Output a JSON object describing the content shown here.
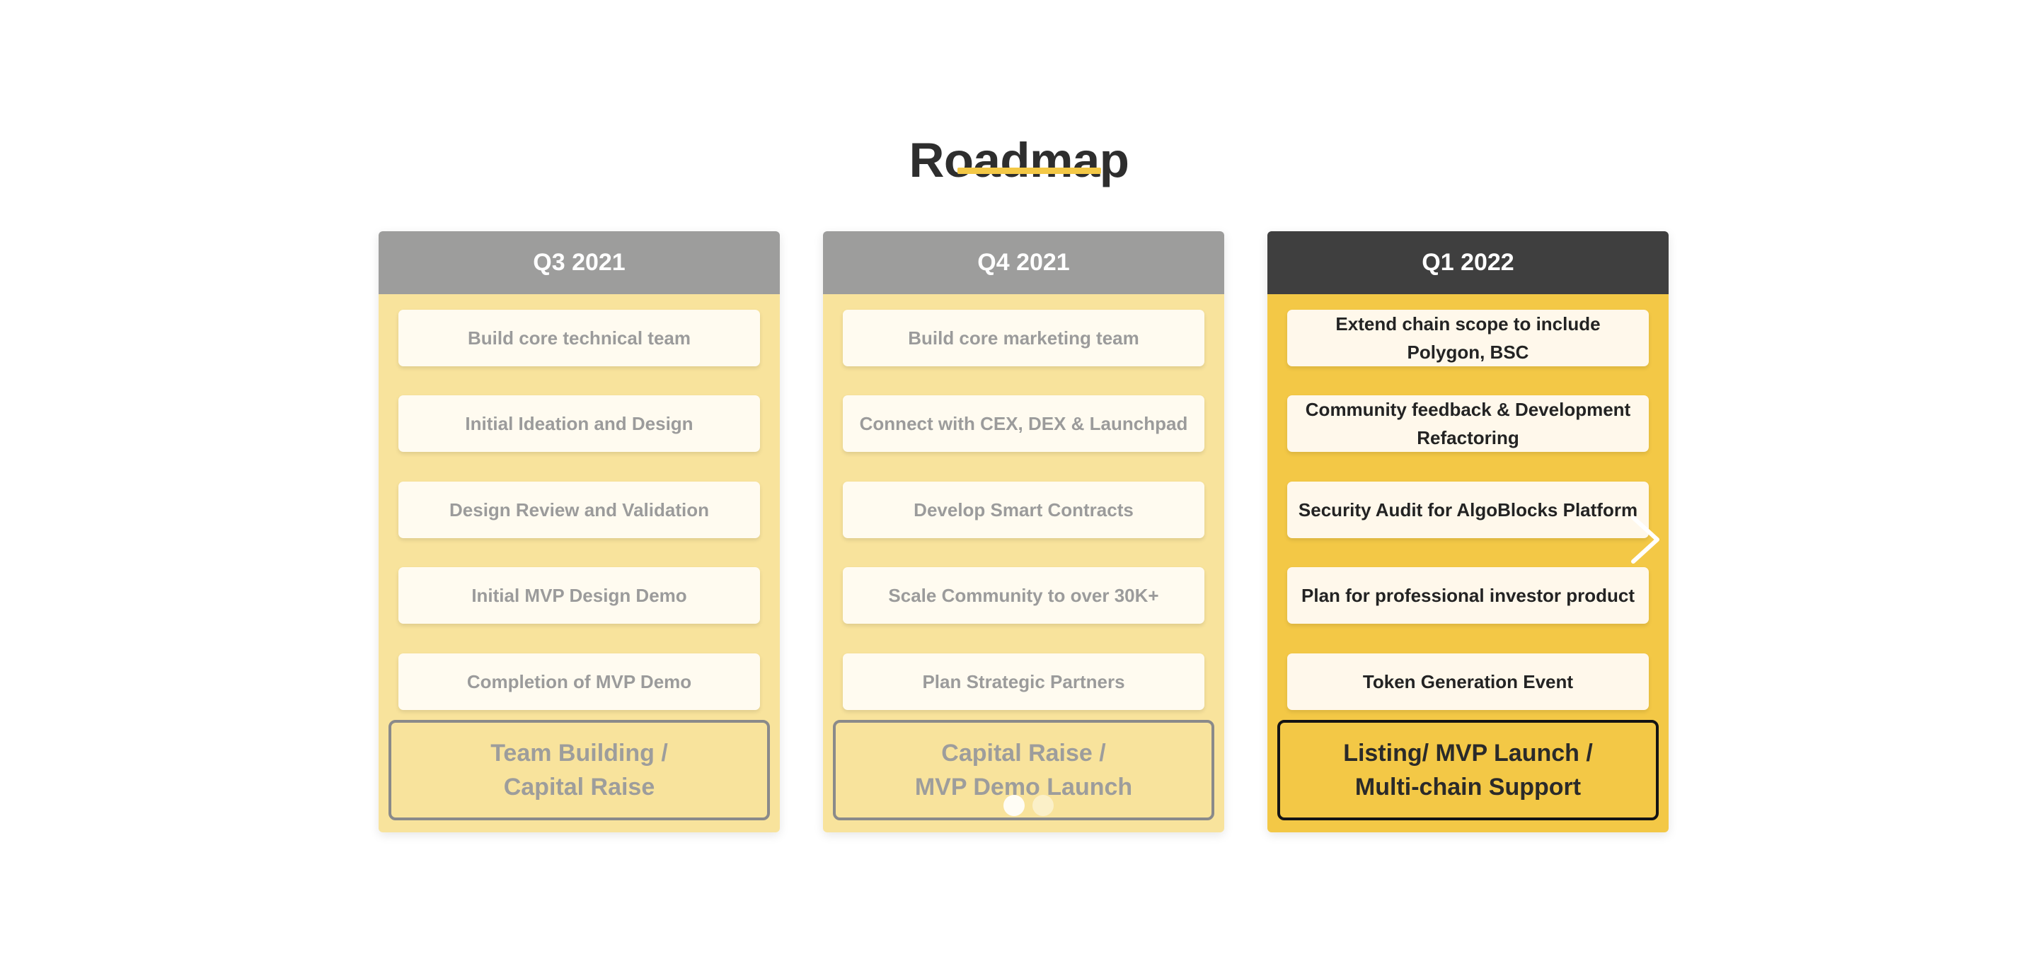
{
  "roadmap": {
    "title": "Roadmap",
    "accent_color": "#f3c846",
    "columns": [
      {
        "quarter": "Q3 2021",
        "state": "inactive",
        "items": [
          "Build core technical team",
          "Initial Ideation and Design",
          "Design Review and Validation",
          "Initial MVP Design Demo",
          "Completion of MVP Demo"
        ],
        "milestone_lines": [
          "Team Building /",
          "Capital Raise"
        ]
      },
      {
        "quarter": "Q4 2021",
        "state": "inactive",
        "items": [
          "Build core marketing team",
          "Connect with CEX, DEX & Launchpad",
          "Develop Smart Contracts",
          "Scale Community to over 30K+",
          "Plan Strategic Partners"
        ],
        "milestone_lines": [
          "Capital Raise /",
          "MVP Demo Launch"
        ]
      },
      {
        "quarter": "Q1 2022",
        "state": "active",
        "items": [
          "Extend chain scope to include Polygon, BSC",
          "Community feedback & Development Refactoring",
          "Security Audit for AlgoBlocks Platform",
          "Plan for professional investor product",
          "Token Generation Event"
        ],
        "milestone_lines": [
          "Listing/ MVP Launch /",
          "Multi-chain Support"
        ]
      }
    ]
  },
  "carousel": {
    "next_icon": "chevron-right-icon",
    "page_count": 2,
    "current_page": 1
  },
  "colors": {
    "inactive_header": "#9d9d9c",
    "inactive_body": "#f8e39c",
    "active_header": "#3f3f3f",
    "active_body": "#f3c846"
  }
}
